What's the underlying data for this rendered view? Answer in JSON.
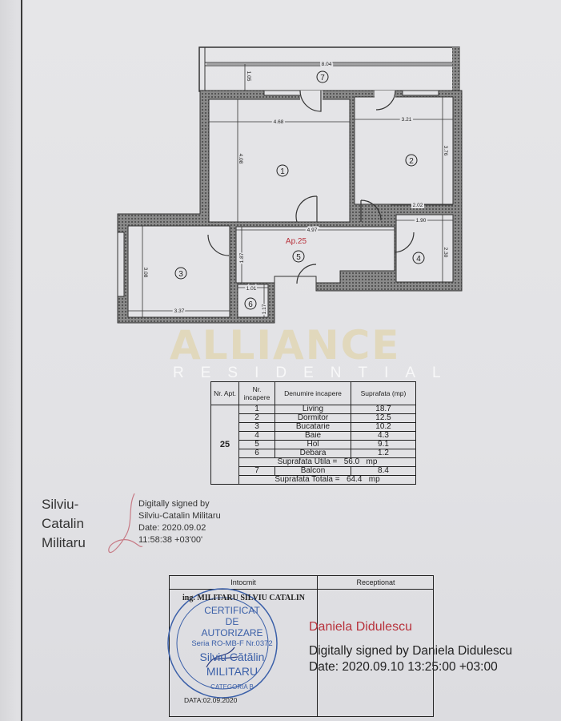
{
  "plan": {
    "apartment_label": "Ap.25",
    "room_numbers": [
      "1",
      "2",
      "3",
      "4",
      "5",
      "6",
      "7"
    ],
    "dimensions": {
      "balcony_length": "8.04",
      "balcony_width": "1.05",
      "living_width": "4.68",
      "living_depth": "4.08",
      "bedroom_width": "3.21",
      "bedroom_depth": "3.76",
      "bedroom_inner": "2.02",
      "bath_width": "1.90",
      "bath_depth": "2.30",
      "hall_length": "4.97",
      "hall_width": "1.87",
      "kitchen_width": "3.37",
      "kitchen_depth": "3.08",
      "storage_width": "1.01",
      "storage_depth": "1.17"
    },
    "wall_color": "#6a6a6a",
    "accent_red": "#b8323c"
  },
  "watermark": {
    "brand": "ALLIANCE",
    "sub": "RESIDENTIAL"
  },
  "room_table": {
    "headers": [
      "Nr. Apt.",
      "Nr. incapere",
      "Denumire incapere",
      "Suprafata (mp)"
    ],
    "apartment": "25",
    "rows": [
      {
        "nr": "1",
        "name": "Living",
        "area": "18.7"
      },
      {
        "nr": "2",
        "name": "Dormitor",
        "area": "12.5"
      },
      {
        "nr": "3",
        "name": "Bucatarie",
        "area": "10.2"
      },
      {
        "nr": "4",
        "name": "Baie",
        "area": "4.3"
      },
      {
        "nr": "5",
        "name": "Hol",
        "area": "9.1"
      },
      {
        "nr": "6",
        "name": "Debara",
        "area": "1.2"
      }
    ],
    "useful_label": "Suprafata Utila =",
    "useful_value": "56.0",
    "unit": "mp",
    "balcony": {
      "nr": "7",
      "name": "Balcon",
      "area": "8.4"
    },
    "total_label": "Suprafata Totala =",
    "total_value": "64.4"
  },
  "signature_1": {
    "name_lines": [
      "Silviu-",
      "Catalin",
      "Militaru"
    ],
    "info_lines": [
      "Digitally signed by",
      "Silviu-Catalin Militaru",
      "Date: 2020.09.02",
      "11:58:38 +03'00'"
    ]
  },
  "approval_box": {
    "col1_header": "Intocmit",
    "col2_header": "Receptionat",
    "engineer": "ing. MILITARU SILVIU CATALIN",
    "stamp_lines": [
      "CERTIFICAT",
      "DE",
      "AUTORIZARE",
      "Seria RO-MB-F Nr.0372",
      "Silviu Cătălin",
      "MILITARU",
      "CATEGORIA B"
    ],
    "stamp_date": "DATA:02.09.2020",
    "stamp_color": "#3a5fa8",
    "receiver_name": "Daniela Didulescu",
    "receiver_info": [
      "Digitally signed by Daniela Didulescu",
      "Date: 2020.09.10 13:25:00 +03:00"
    ]
  }
}
